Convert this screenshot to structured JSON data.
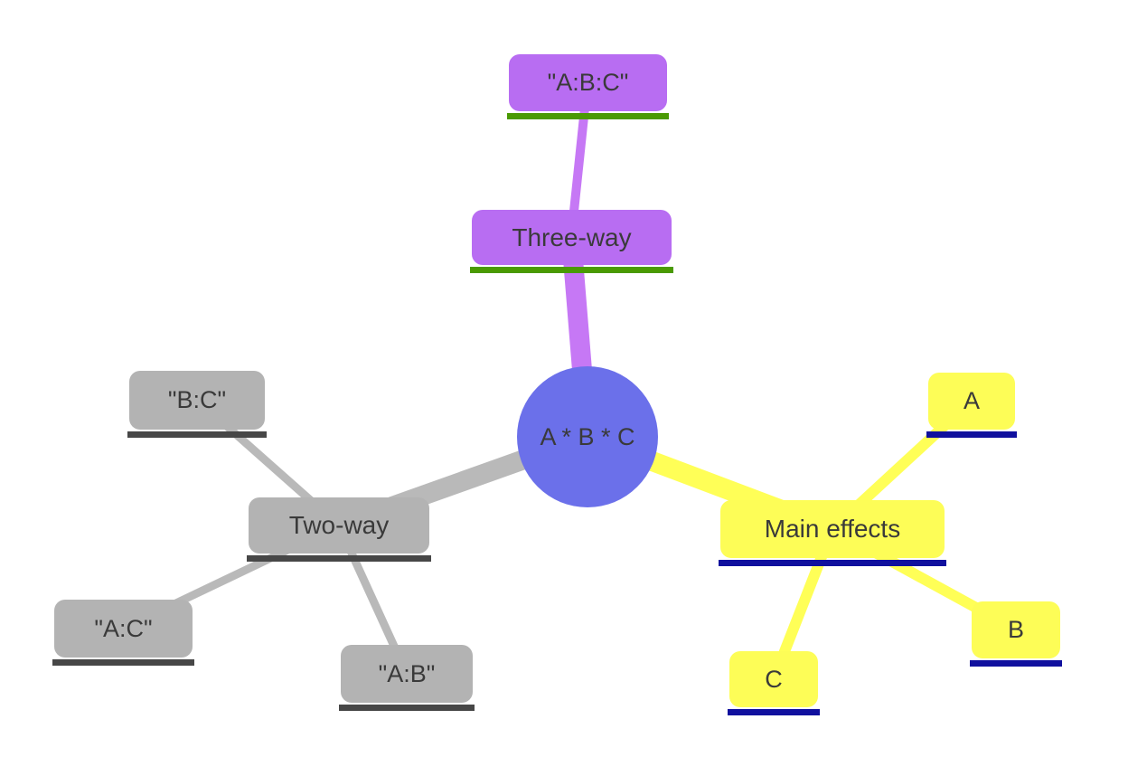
{
  "colors": {
    "background": "#ffffff",
    "text": "#3a3a3a",
    "root_fill": "#6b70ea",
    "purple_node": "#b86df2",
    "purple_edge": "#c678f5",
    "green_underline": "#4a9a03",
    "gray_node": "#b3b3b3",
    "gray_edge": "#b9b9b9",
    "dark_underline": "#474747",
    "yellow_node": "#fdfd57",
    "yellow_edge": "#ffff57",
    "navy_underline": "#10109e"
  },
  "diagram": {
    "root": {
      "label": "A * B * C"
    },
    "branches": {
      "three_way": {
        "hub": "Three-way",
        "leaves": {
          "abc": "\"A:B:C\""
        }
      },
      "two_way": {
        "hub": "Two-way",
        "leaves": {
          "bc": "\"B:C\"",
          "ac": "\"A:C\"",
          "ab": "\"A:B\""
        }
      },
      "main_effects": {
        "hub": "Main effects",
        "leaves": {
          "a": "A",
          "b": "B",
          "c": "C"
        }
      }
    }
  }
}
